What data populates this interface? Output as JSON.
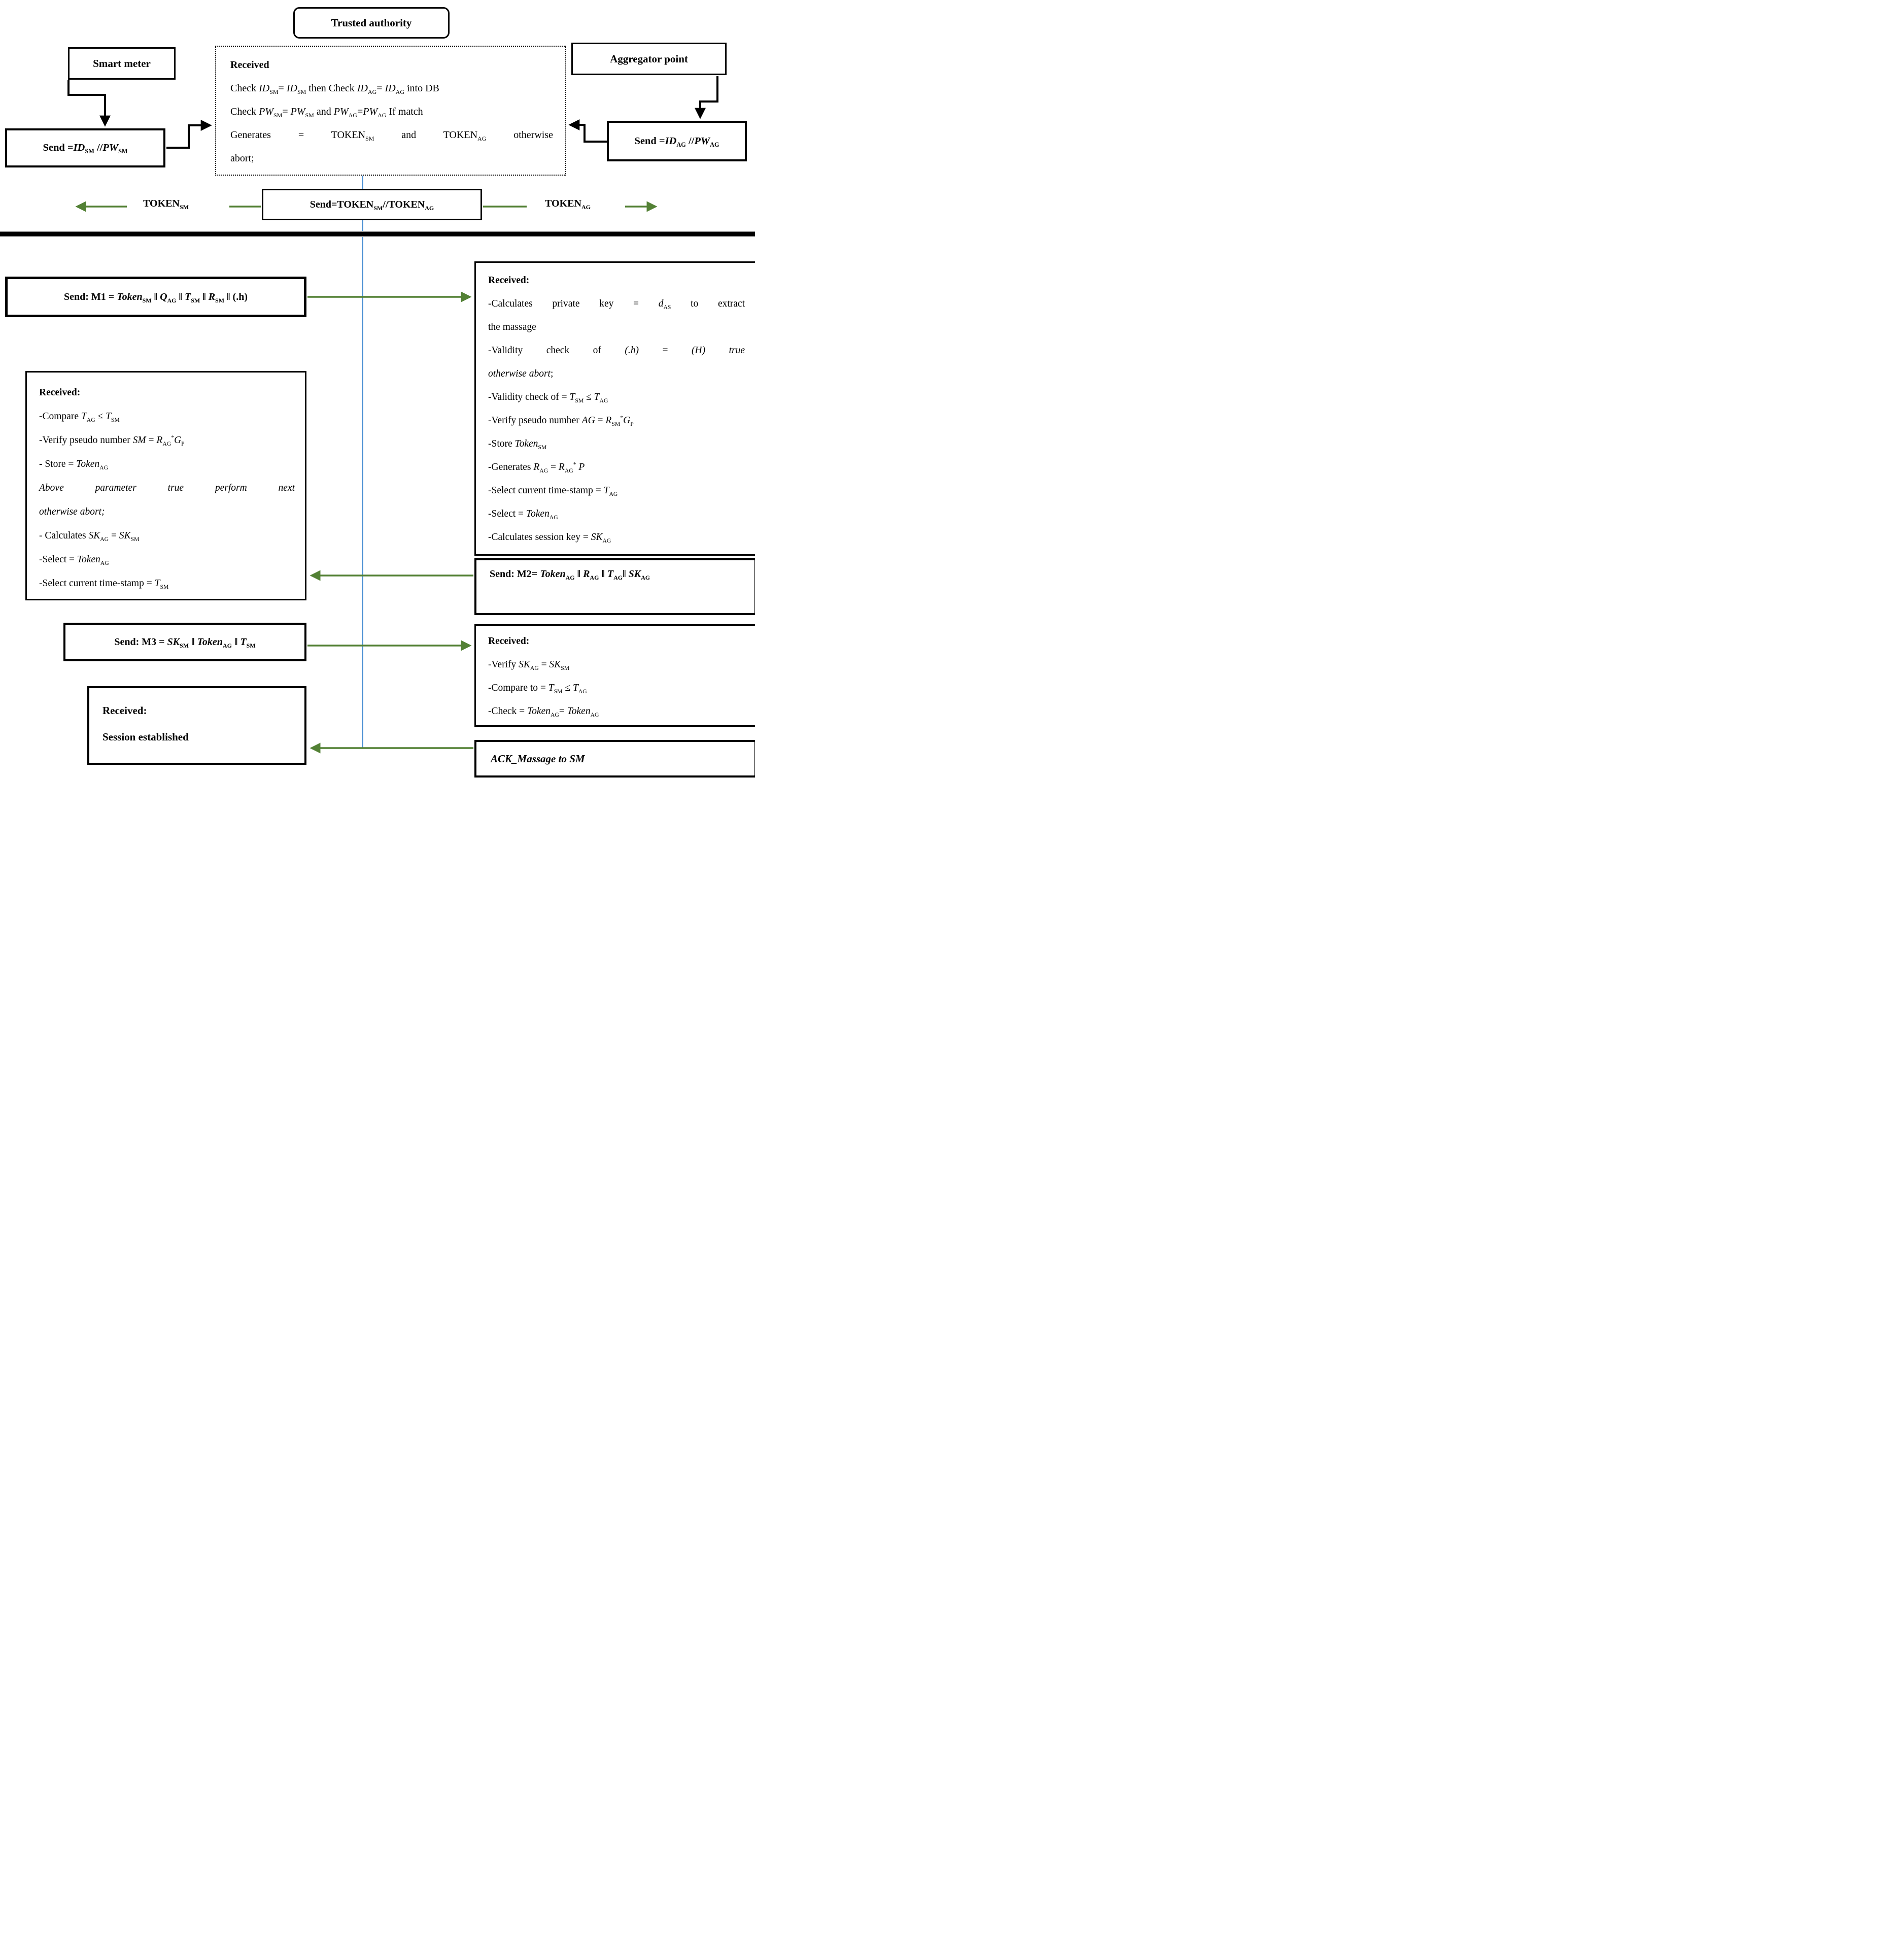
{
  "colors": {
    "arrow_green": "#538135",
    "lifeline_blue": "#4a8fd3",
    "line_black": "#000000",
    "background": "#ffffff"
  },
  "nodes": {
    "trusted_authority": "Trusted authority",
    "smart_meter": "Smart meter",
    "aggregator_point": "Aggregator point"
  },
  "ta_received": {
    "lines": [
      {
        "html": "<b>Received</b>"
      },
      {
        "html": "Check <i>ID</i><sub>SM</sub>= <i>ID</i><sub>SM</sub> then Check <i>ID</i><sub>AG</sub>= <i>ID</i><sub>AG</sub> into DB"
      },
      {
        "html": "Check <i>PW</i><sub>SM</sub>= <i>PW</i><sub>SM</sub> and <i>PW</i><sub>AG</sub>=<i>PW</i><sub>AG</sub> If match"
      },
      {
        "html": "Generates = TOKEN<sub>SM</sub> and TOKEN<sub>AG</sub> otherwise",
        "j": true
      },
      {
        "html": "abort;"
      }
    ]
  },
  "send_sm": "Send =<i>ID</i><sub>SM</sub> //<i>PW</i><sub>SM</sub>",
  "send_ag": "Send =<i>ID</i><sub>AG</sub> //<i>PW</i><sub>AG</sub>",
  "token_row": {
    "token_sm": "TOKEN<sub>SM</sub>",
    "send_token": "Send=TOKEN<sub>SM</sub>//TOKEN<sub>AG</sub>",
    "token_ag": "TOKEN<sub>AG</sub>"
  },
  "m1": "Send: M1 = <i>Token</i><sub>SM</sub> ‖ <i>Q</i><sub>AG</sub> ‖ <i>T</i><sub>SM</sub> ‖ <i>R</i><sub>SM</sub> ‖ (.h)",
  "received_ag": {
    "lines": [
      {
        "html": "<b>Received:</b>"
      },
      {
        "html": "-Calculates private key = <i>d</i><sub>AS</sub> to extract",
        "j": true
      },
      {
        "html": "the massage"
      },
      {
        "html": "-Validity check of <i>(.h)</i> = <i>(H)</i> <i>true</i>",
        "j": true
      },
      {
        "html": "<i>otherwise abort</i>;"
      },
      {
        "html": "-Validity check of = <i>T</i><sub>SM</sub> ≤ <i>T</i><sub>AG</sub>"
      },
      {
        "html": "-Verify pseudo number <i>AG</i> = <i>R</i><sub>SM</sub><sup>*</sup><i>G</i><sub>P</sub>"
      },
      {
        "html": "-Store <i>Token</i><sub>SM</sub>"
      },
      {
        "html": "-Generates <i>R</i><sub>AG</sub> = <i>R</i><sub>AG</sub><sup>*</sup> <i>P</i>"
      },
      {
        "html": "-Select current time-stamp = <i>T</i><sub>AG</sub>"
      },
      {
        "html": "-Select = <i>Token</i><sub>AG</sub>"
      },
      {
        "html": "-Calculates session key = <i>SK</i><sub>AG</sub>"
      }
    ]
  },
  "received_sm": {
    "lines": [
      {
        "html": "<b>Received:</b>"
      },
      {
        "html": "<b>-</b>Compare <i>T</i><sub>AG</sub> ≤ <i>T</i><sub>SM</sub>"
      },
      {
        "html": "-Verify pseudo number <i>SM</i> = <i>R</i><sub>AG</sub><sup>*</sup><i>G</i><sub>P</sub>"
      },
      {
        "html": "- Store = <i>Token</i><sub>AG</sub>"
      },
      {
        "html": "<i>Above parameter true perform next</i>",
        "j": true
      },
      {
        "html": "<i>otherwise abort;</i>"
      },
      {
        "html": "- Calculates <i>SK</i><sub>AG</sub> = <i>SK</i><sub>SM</sub>"
      },
      {
        "html": "-Select = <i>Token</i><sub>AG</sub>"
      },
      {
        "html": "-Select current time-stamp = <i>T</i><sub>SM</sub>"
      }
    ]
  },
  "m2": "Send: M2= <i>Token</i><sub>AG</sub> ‖ <i>R</i><sub>AG</sub> ‖ <i>T</i><sub>AG</sub>‖ <i>SK</i><sub>AG</sub>",
  "m3": "Send: M3 = <i>SK</i><sub>SM</sub> ‖ <i>Token</i><sub>AG</sub> ‖ <i>T</i><sub>SM</sub>",
  "received_final": {
    "lines": [
      {
        "html": "<b>Received:</b>"
      },
      {
        "html": "-Verify <i>SK</i><sub>AG</sub> = <i>SK</i><sub>SM</sub>"
      },
      {
        "html": "-Compare to = <i>T</i><sub>SM</sub> ≤ <i>T</i><sub>AG</sub>"
      },
      {
        "html": "-Check = <i>Token</i><sub>AG</sub>= <i>Token</i><sub>AG</sub>"
      }
    ]
  },
  "session": {
    "lines": [
      {
        "html": "<b>Received:</b>"
      },
      {
        "html": "<b>Session established</b>"
      }
    ]
  },
  "ack": "<i>ACK_Massage to SM</i>"
}
